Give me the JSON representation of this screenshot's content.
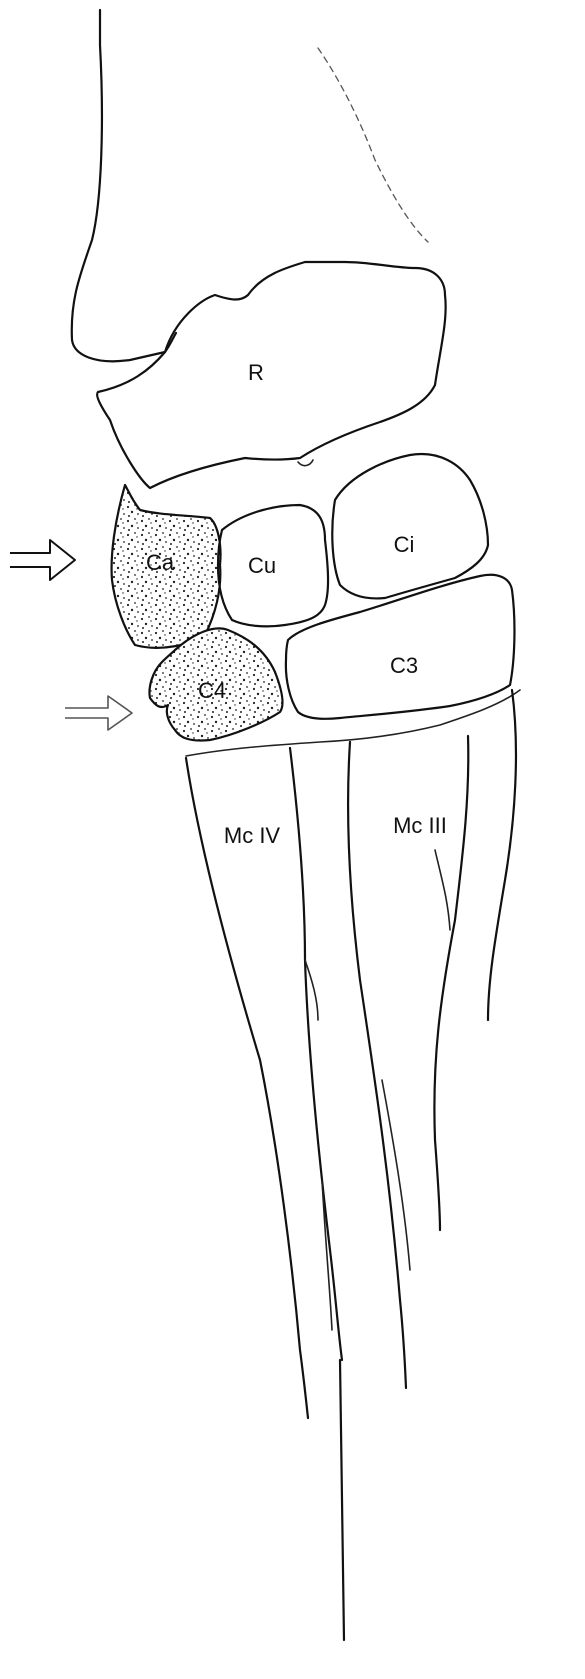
{
  "labels": {
    "radius": "R",
    "accessory_carpal": "Ca",
    "ulnar_carpal": "Cu",
    "intermediate_carpal": "Ci",
    "fourth_carpal": "C4",
    "third_carpal": "C3",
    "mc_iv": "Mc IV",
    "mc_iii": "Mc III"
  },
  "colors": {
    "ink": "#111111",
    "stipple": "#222222",
    "background": "#ffffff"
  }
}
